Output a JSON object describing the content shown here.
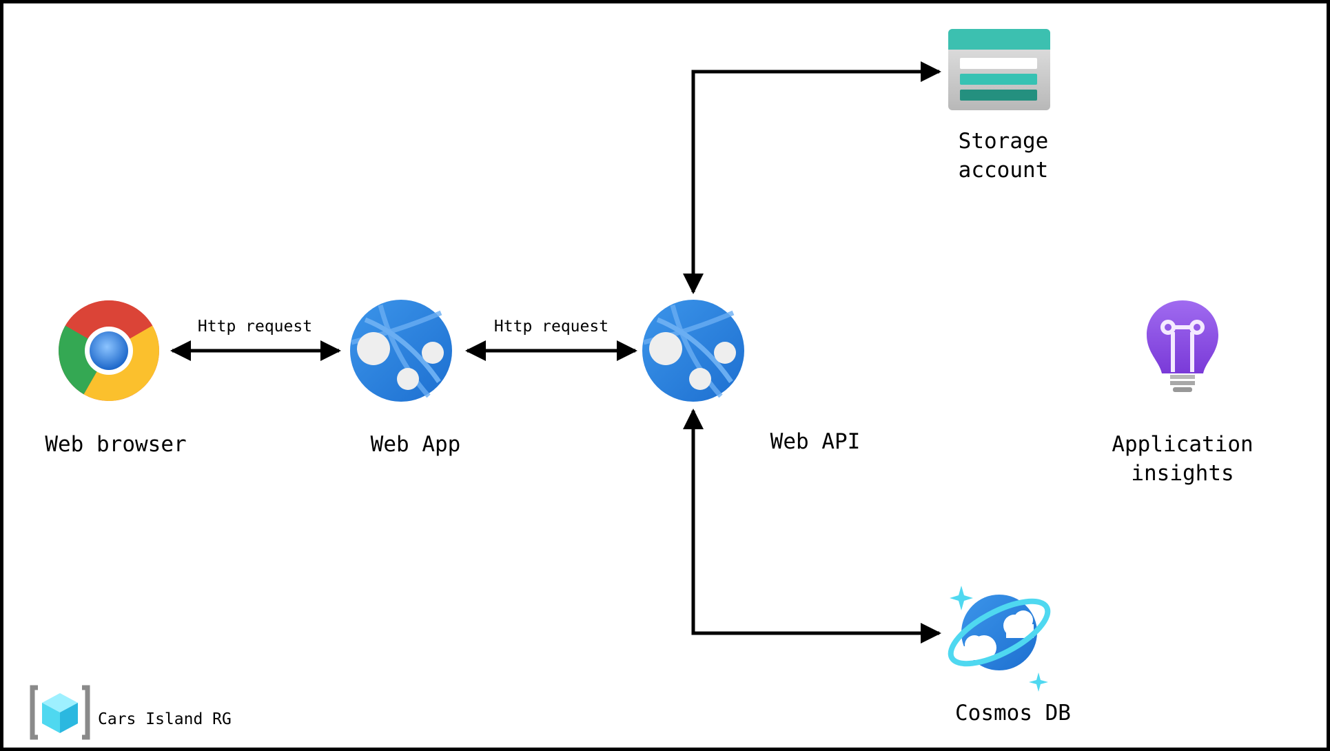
{
  "nodes": {
    "web_browser": {
      "label": "Web browser",
      "icon": "chrome-icon"
    },
    "web_app": {
      "label": "Web App",
      "icon": "app-service-icon"
    },
    "web_api": {
      "label": "Web API",
      "icon": "app-service-icon"
    },
    "storage": {
      "label_line1": "Storage",
      "label_line2": "account",
      "icon": "storage-account-icon"
    },
    "insights": {
      "label_line1": "Application",
      "label_line2": "insights",
      "icon": "lightbulb-icon"
    },
    "cosmos": {
      "label": "Cosmos DB",
      "icon": "cosmos-db-icon"
    }
  },
  "edges": {
    "browser_to_app": {
      "label": "Http request"
    },
    "app_to_api": {
      "label": "Http request"
    }
  },
  "resource_group": {
    "label": "Cars Island RG",
    "icon": "resource-group-icon"
  },
  "colors": {
    "app_blue": "#2e85e0",
    "app_blue_dark": "#1f6fcc",
    "teal": "#3cc0b0",
    "purple": "#8a4fe0",
    "cyan": "#4fd8f0"
  }
}
